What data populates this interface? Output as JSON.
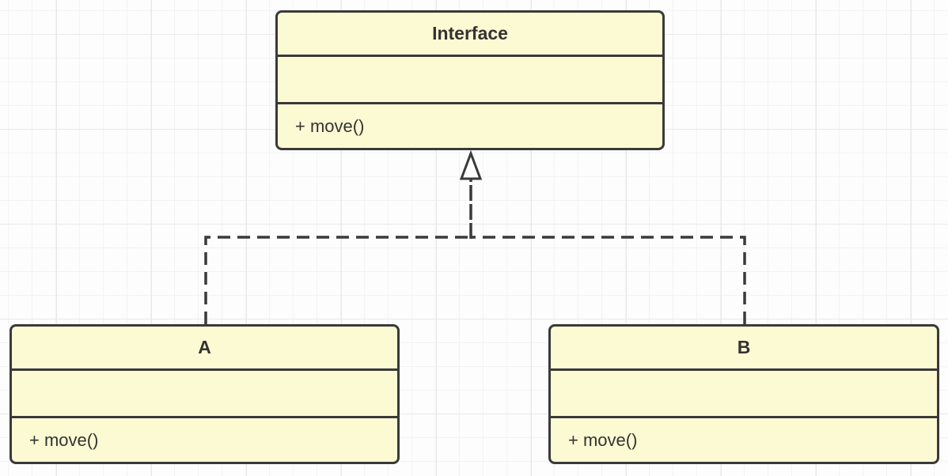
{
  "diagram": {
    "type": "uml-class-diagram",
    "classes": [
      {
        "id": "interface",
        "name": "Interface",
        "attributes": "",
        "methods": "+ move()"
      },
      {
        "id": "a",
        "name": "A",
        "attributes": "",
        "methods": "+ move()"
      },
      {
        "id": "b",
        "name": "B",
        "attributes": "",
        "methods": "+ move()"
      }
    ],
    "relations": [
      {
        "from": "A",
        "to": "Interface",
        "type": "realization",
        "line": "dashed",
        "arrowhead": "hollow-triangle"
      },
      {
        "from": "B",
        "to": "Interface",
        "type": "realization",
        "line": "dashed",
        "arrowhead": "hollow-triangle"
      }
    ],
    "colors": {
      "node_fill": "#FCFAD3",
      "node_border": "#3A3A3A",
      "text": "#333333",
      "connector": "#3A3A3A",
      "grid_minor": "#F3F3F3",
      "grid_major": "#E8E8E8",
      "canvas_background": "#FDFDFD"
    }
  }
}
